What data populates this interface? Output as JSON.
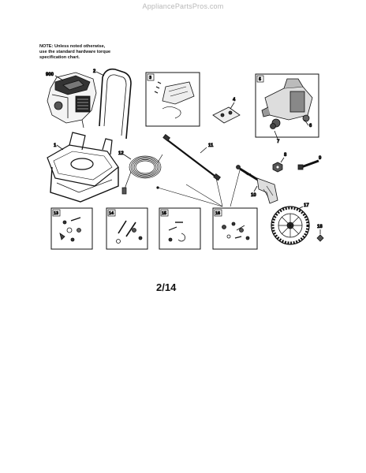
{
  "header": {
    "watermark": "AppliancePartsPros.com"
  },
  "note": {
    "line1": "NOTE: Unless noted otherwise,",
    "line2": "use the standard hardware torque",
    "line3": "specification chart."
  },
  "parts": {
    "p900": "900",
    "p2": "2",
    "p1": "1",
    "p12": "12",
    "p11": "11",
    "p4": "4",
    "p6": "6",
    "p7": "7",
    "p8": "8",
    "p9": "9",
    "p10": "10",
    "p17": "17",
    "p18": "18"
  },
  "boxes": {
    "b3": "3",
    "b5": "5",
    "b13": "13",
    "b14": "14",
    "b15": "15",
    "b16": "16"
  },
  "footer": {
    "page": "2/14"
  }
}
